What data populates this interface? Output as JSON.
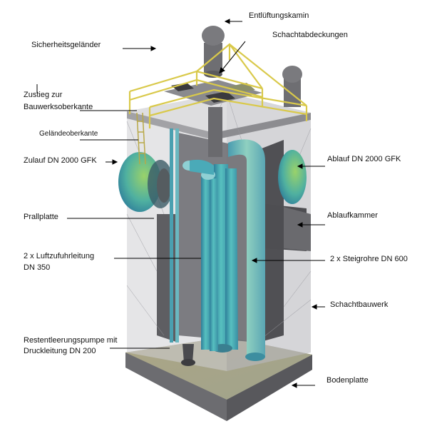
{
  "labels": {
    "entlueftungskamin": "Entlüftungskamin",
    "schachtabdeckungen": "Schachtabdeckungen",
    "sicherheitsgelaender": "Sicherheitsgeländer",
    "zustieg_l1": "Zustieg zur",
    "zustieg_l2": "Bauwerksoberkante",
    "gelaendeoberkante": "Geländeoberkante",
    "zulauf": "Zulauf DN 2000 GFK",
    "ablauf": "Ablauf DN 2000 GFK",
    "prallplatte": "Prallplatte",
    "ablaufkammer": "Ablaufkammer",
    "luftzufuhr_l1": "2 x Luftzufuhrleitung",
    "luftzufuhr_l2": "DN 350",
    "steigrohre": "2 x Steigrohre DN 600",
    "schachtbauwerk": "Schachtbauwerk",
    "pumpe_l1": "Restentleerungspumpe mit",
    "pumpe_l2": "Druckleitung DN 200",
    "bodenplatte": "Bodenplatte"
  },
  "colors": {
    "concrete_dark": "#5a5a5e",
    "concrete_mid": "#8c8c90",
    "shaft_glass": "#c8c8cc",
    "pipe_teal": "#3fa9b0",
    "pipe_green": "#7fc46a",
    "railing_yellow": "#e2d35a",
    "floor": "#b7b08a"
  }
}
